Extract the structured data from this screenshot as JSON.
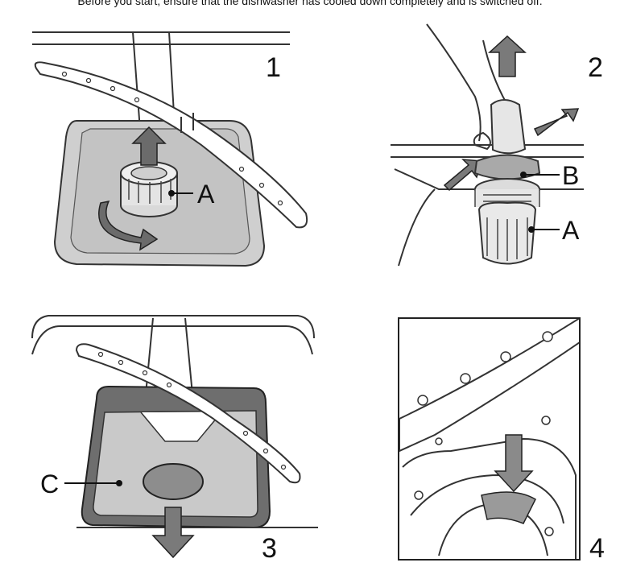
{
  "instruction_text": "Before you start, ensure that the dishwasher has cooled down completely and is switched off.",
  "panels": [
    {
      "step": "1",
      "labels": {
        "a": "A"
      }
    },
    {
      "step": "2",
      "labels": {
        "a": "A",
        "b": "B"
      }
    },
    {
      "step": "3",
      "labels": {
        "c": "C"
      }
    },
    {
      "step": "4"
    }
  ],
  "colors": {
    "line": "#333333",
    "sump_fill": "#c9c9c9",
    "sump_dark": "#6e6e6e",
    "arrow_fill": "#7a7a7a",
    "arrow_dark": "#555555",
    "filter_fill": "#d9d9d9",
    "part_fill": "#a9a9a9"
  },
  "icons": {
    "up_arrow": "up-arrow-icon",
    "down_arrow": "down-arrow-icon",
    "rotate_arrow": "rotate-arrow-icon",
    "push_arrow": "push-arrow-icon"
  }
}
